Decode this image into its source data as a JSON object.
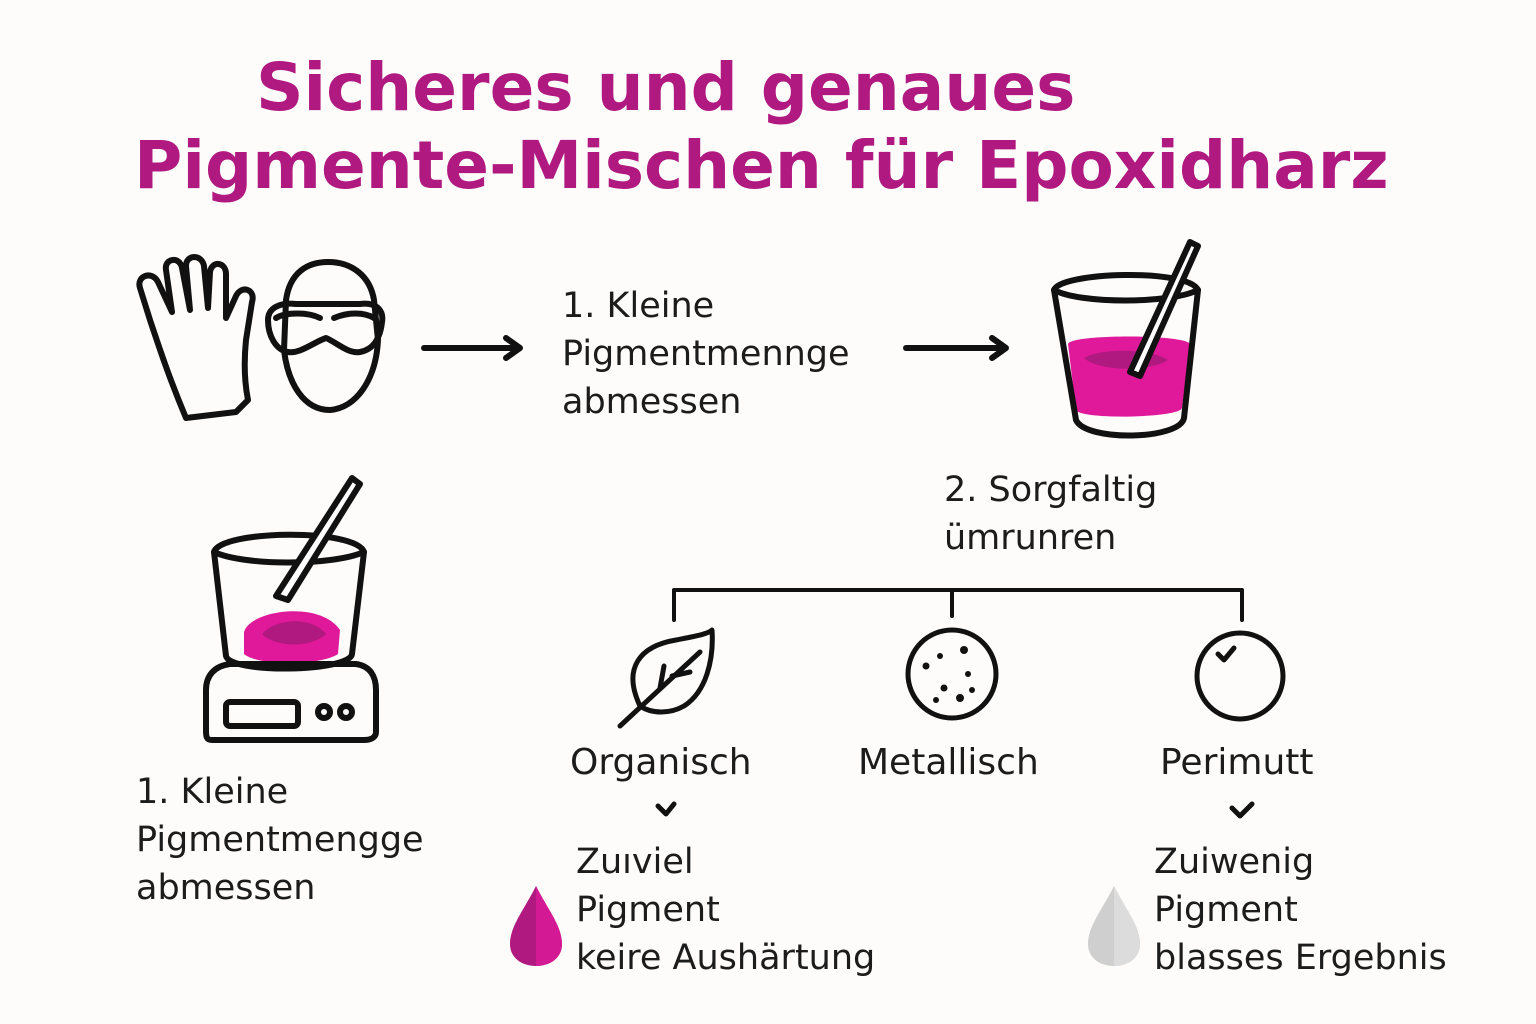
{
  "title": {
    "line1": "Sicheres und genaues",
    "line2": "Pigmente-Mischen für Epoxidharz"
  },
  "icons": {
    "gloves": "glove-icon",
    "goggles": "safety-goggles-icon",
    "cup": "mixing-cup-icon",
    "scale": "scale-with-cup-icon",
    "organic": "leaf-icon",
    "metallic": "speckled-circle-icon",
    "pearl": "pearl-circle-icon",
    "drop_too_much": "magenta-drop-icon",
    "drop_too_little": "gray-drop-icon"
  },
  "colors": {
    "accent": "#b0197f",
    "pigment": "#e0189a",
    "drop_gray": "#cfcfcf"
  },
  "steps": {
    "step1_top": [
      "1. Kleine",
      "Pigmentmennge",
      "abmessen"
    ],
    "step2": [
      "2. Sorgfaltig",
      "ümrunren"
    ],
    "step1_bottom": [
      "1. Kleine",
      "Pigmentmengge",
      "abmessen"
    ]
  },
  "categories": {
    "organic": "Organisch",
    "metallic": "Metallisch",
    "pearl": "Perimutt"
  },
  "warnings": {
    "too_much": [
      "Zuıviel",
      "Pigment",
      "keire Aushärtung"
    ],
    "too_little": [
      "Zuiwenig",
      "Pigment",
      "blasses Ergebnis"
    ]
  }
}
